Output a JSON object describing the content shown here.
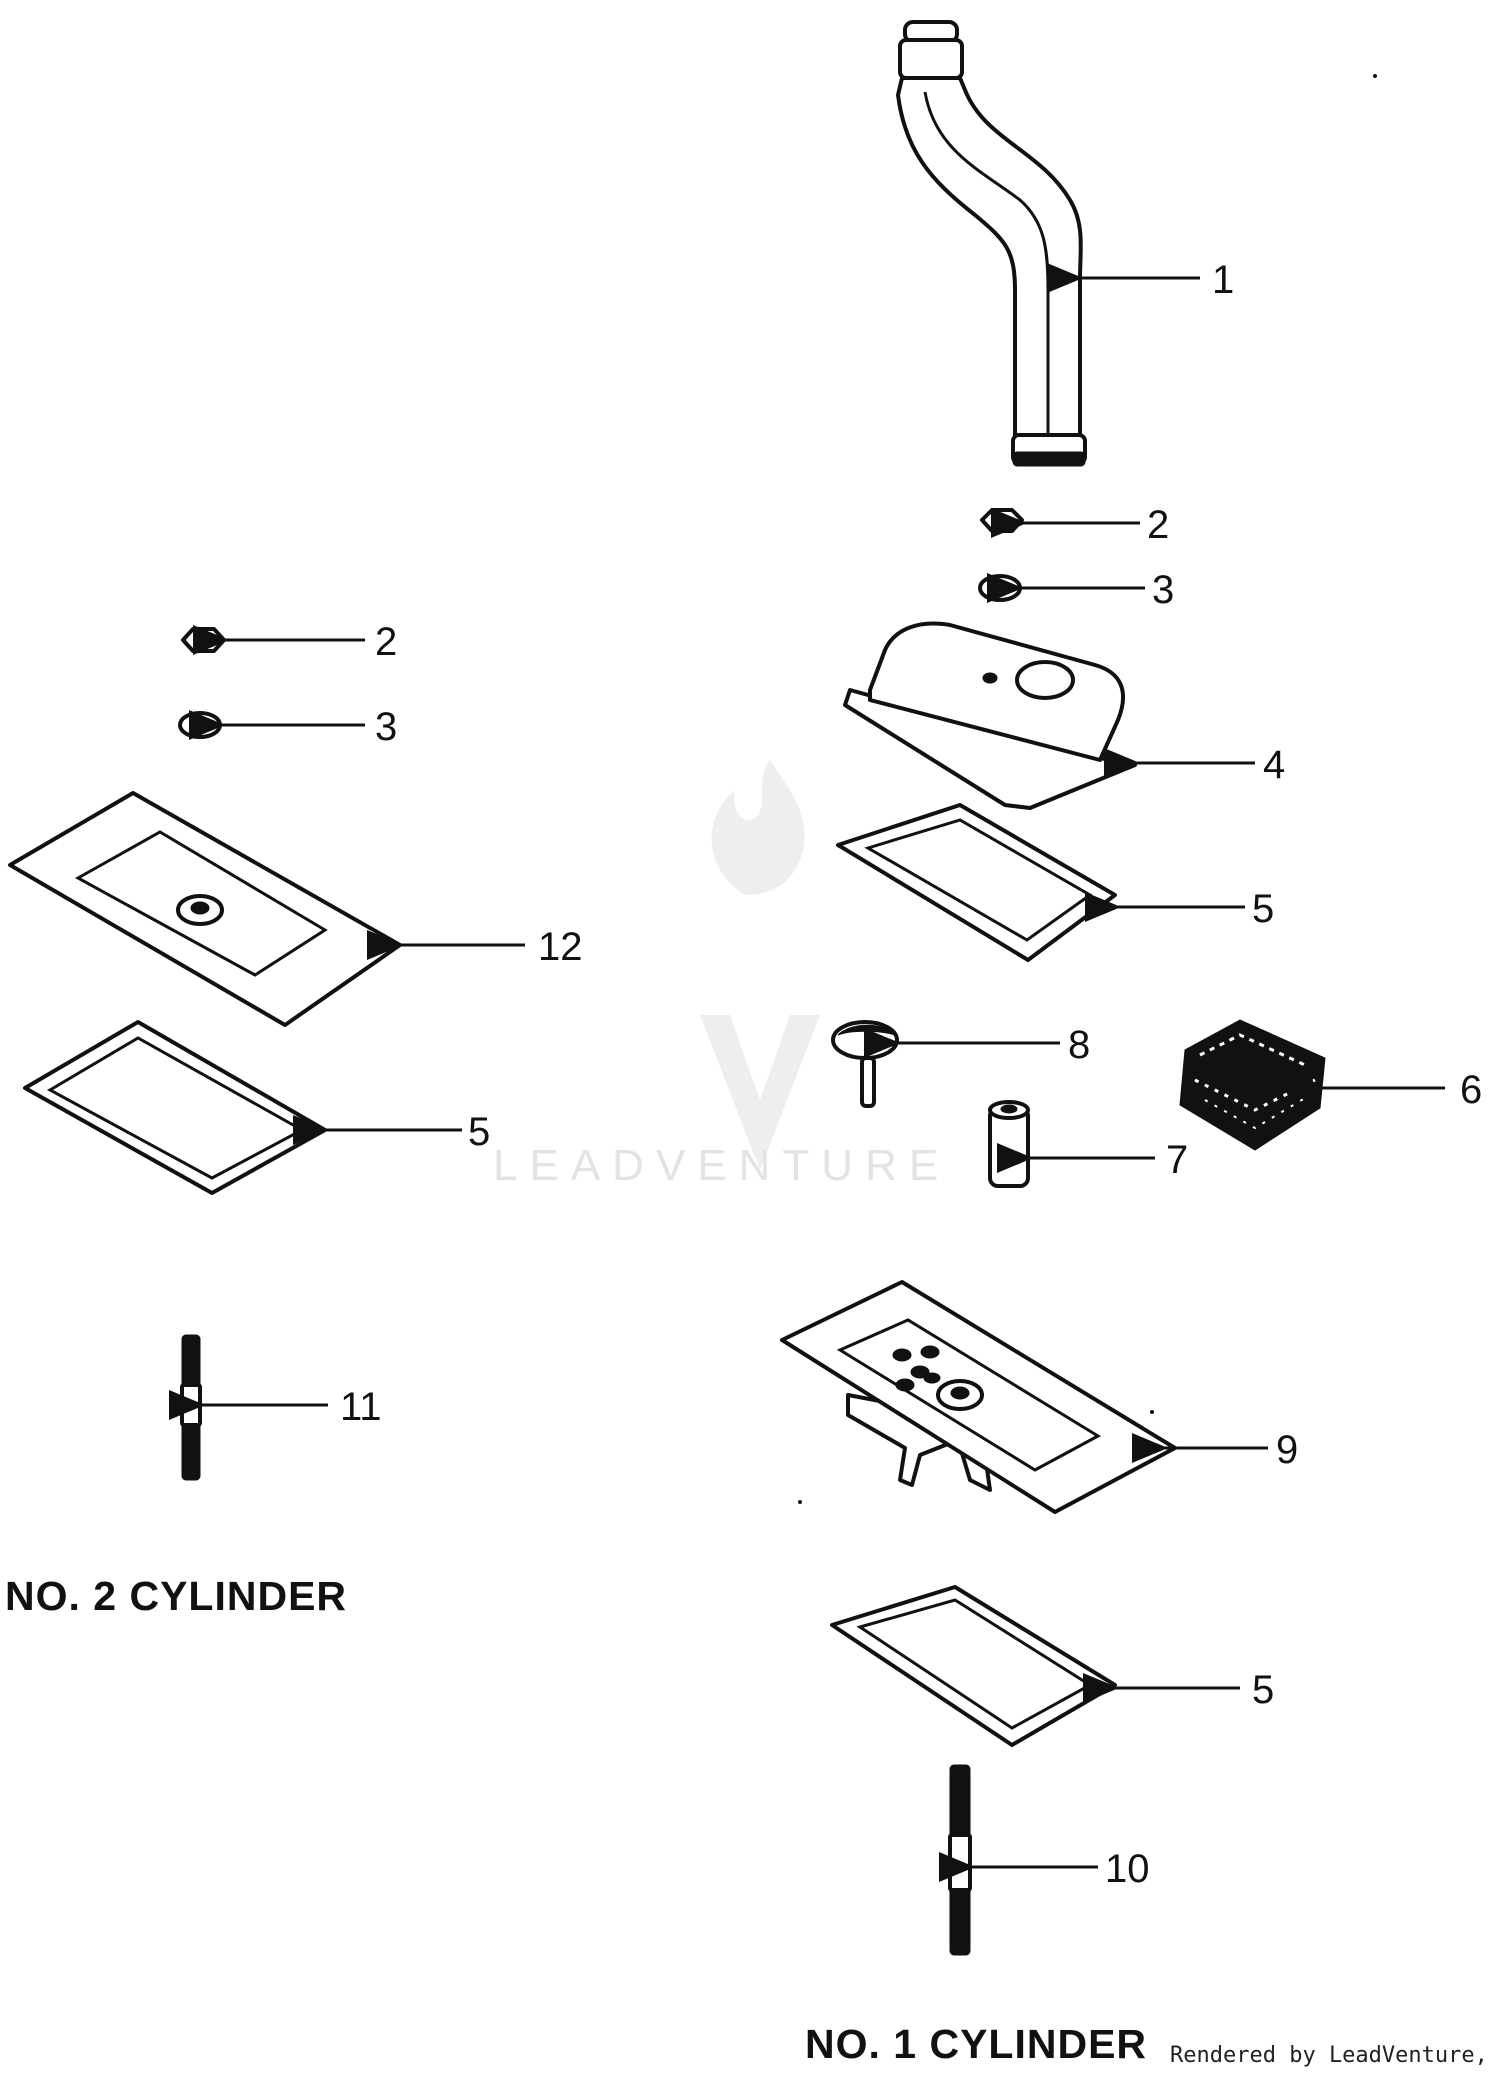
{
  "watermark": {
    "text": "LEADVENTURE"
  },
  "captions": {
    "no1": "NO. 1 CYLINDER",
    "no2": "NO. 2 CYLINDER"
  },
  "credit": "Rendered by LeadVenture, Inc.",
  "callouts": {
    "c1": "1",
    "c2a": "2",
    "c3a": "3",
    "c4": "4",
    "c5a": "5",
    "c8": "8",
    "c6": "6",
    "c7": "7",
    "c9": "9",
    "c5b": "5",
    "c10": "10",
    "c2b": "2",
    "c3b": "3",
    "c12": "12",
    "c5c": "5",
    "c11": "11"
  }
}
